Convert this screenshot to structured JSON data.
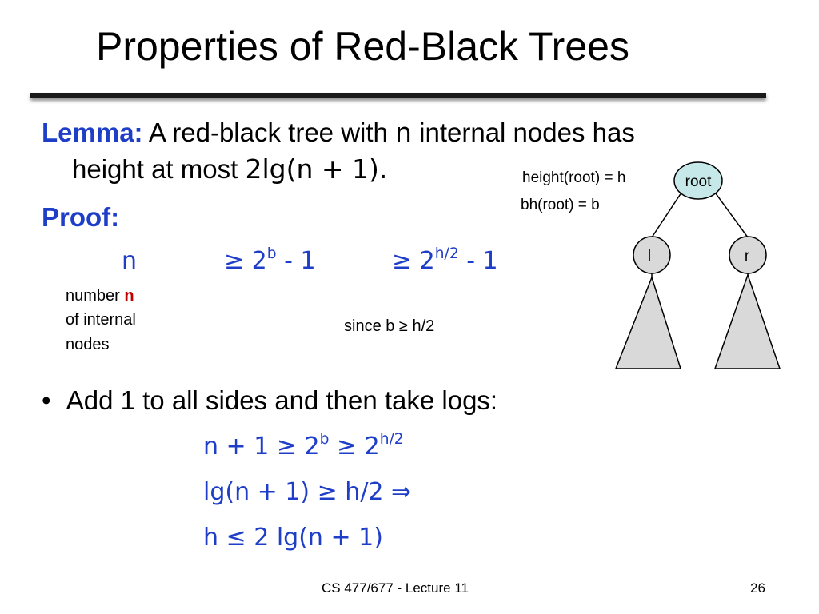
{
  "slide": {
    "title": "Properties of Red-Black Trees",
    "lemma_label": "Lemma:",
    "lemma_text_1": "A red-black tree with",
    "lemma_n": "n",
    "lemma_text_2": "internal nodes has",
    "lemma_text_3": "height at most",
    "lemma_expr": "2lg(n + 1).",
    "proof_label": "Proof:",
    "ineq": {
      "n": "n",
      "ge1": "≥ 2",
      "exp_b": "b",
      "minus1": " - 1",
      "ge2": "≥ 2",
      "exp_h2": "h/2",
      "minus2": " - 1"
    },
    "annotation": {
      "line1_prefix": "number",
      "line1_n": "n",
      "line2": "of internal",
      "line3": "nodes"
    },
    "since_note": "since b ≥ h/2",
    "bullet_marker": "•",
    "bullet_text": "Add 1 to all sides and then take logs:",
    "steps": {
      "s1_a": "n + 1 ≥ 2",
      "s1_exp1": "b",
      "s1_b": " ≥ 2",
      "s1_exp2": "h/2",
      "s2": "lg(n + 1) ≥ h/2 ⇒",
      "s3": "h ≤ 2 lg(n + 1)"
    },
    "tree": {
      "height_label": "height(root) = h",
      "bh_label": "bh(root) = b",
      "root": "root",
      "left": "l",
      "right": "r"
    },
    "footer": "CS 477/677 - Lecture 11",
    "page_number": "26"
  },
  "colors": {
    "blue_text": "#1f3ec8",
    "red_n": "#c00000",
    "root_fill": "#c6e8e8",
    "subtree_fill": "#d9d9d9"
  }
}
